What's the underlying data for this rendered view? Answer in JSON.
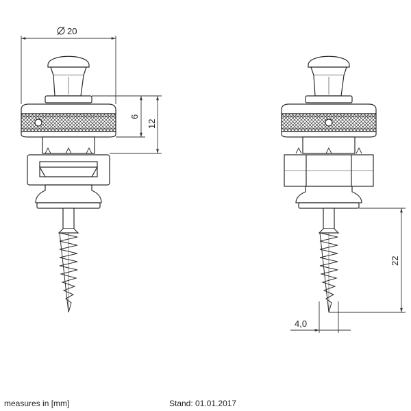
{
  "dimensions": {
    "diameter": "20",
    "ring_height": "6",
    "head_height": "12",
    "screw_length": "22",
    "screw_diameter": "4,0"
  },
  "footer": {
    "units_note": "measures in [mm]",
    "date_stamp": "Stand: 01.01.2017"
  },
  "colors": {
    "line": "#2a2a2a",
    "dimension_line": "#333333"
  }
}
